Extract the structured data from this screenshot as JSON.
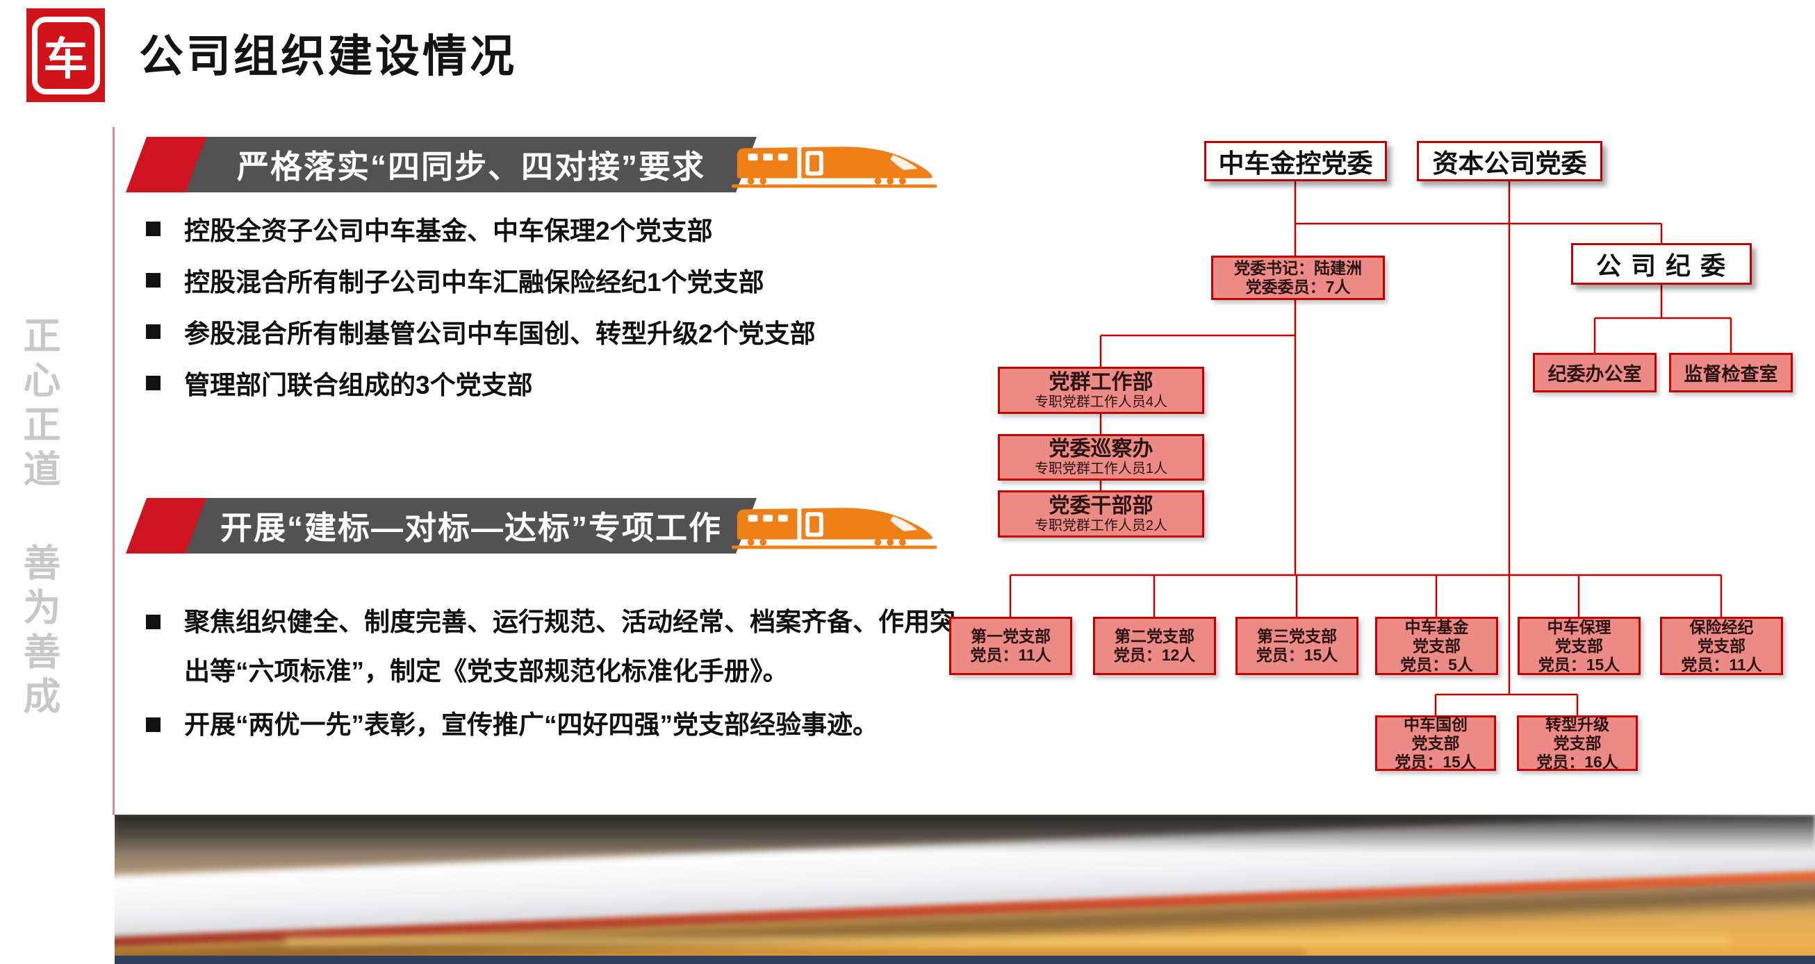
{
  "colors": {
    "accent_red": "#d0121b",
    "banner_gray": "#525252",
    "org_box_fill": "#ec8a86",
    "org_box_border": "#c00000",
    "org_line": "#c00000",
    "motto_gray": "#c8c8c8",
    "train_orange": "#ef7f17"
  },
  "logo": {
    "glyph": "车"
  },
  "header": {
    "title": "公司组织建设情况"
  },
  "motto": {
    "line1": "正心正道",
    "line2": "善为善成"
  },
  "section1": {
    "banner": "严格落实“四同步、四对接”要求",
    "bullets": [
      "控股全资子公司中车基金、中车保理2个党支部",
      "控股混合所有制子公司中车汇融保险经纪1个党支部",
      "参股混合所有制基管公司中车国创、转型升级2个党支部",
      "管理部门联合组成的3个党支部"
    ]
  },
  "section2": {
    "banner": "开展“建标—对标—达标”专项工作",
    "bullets": [
      "聚焦组织健全、制度完善、运行规范、活动经常、档案齐备、作用突出等“六项标准”，制定《党支部规范化标准化手册》。",
      "开展“两优一先”表彰，宣传推广“四好四强”党支部经验事迹。"
    ]
  },
  "org": {
    "top_left": "中车金控党委",
    "top_right": "资本公司党委",
    "secretary": "党委书记：陆建洲\n党委委员：7人",
    "discipline": "公 司 纪 委",
    "discipline_children": [
      "纪委办公室",
      "监督检查室"
    ],
    "depts": [
      {
        "title": "党群工作部",
        "sub": "专职党群工作人员4人"
      },
      {
        "title": "党委巡察办",
        "sub": "专职党群工作人员1人"
      },
      {
        "title": "党委干部部",
        "sub": "专职党群工作人员2人"
      }
    ],
    "branches": [
      "第一党支部\n党员：11人",
      "第二党支部\n党员：12人",
      "第三党支部\n党员：15人",
      "中车基金\n党支部\n党员：5人",
      "中车保理\n党支部\n党员：15人",
      "保险经纪\n党支部\n党员：11人"
    ],
    "branches2": [
      "中车国创\n党支部\n党员：15人",
      "转型升级\n党支部\n党员：16人"
    ]
  }
}
